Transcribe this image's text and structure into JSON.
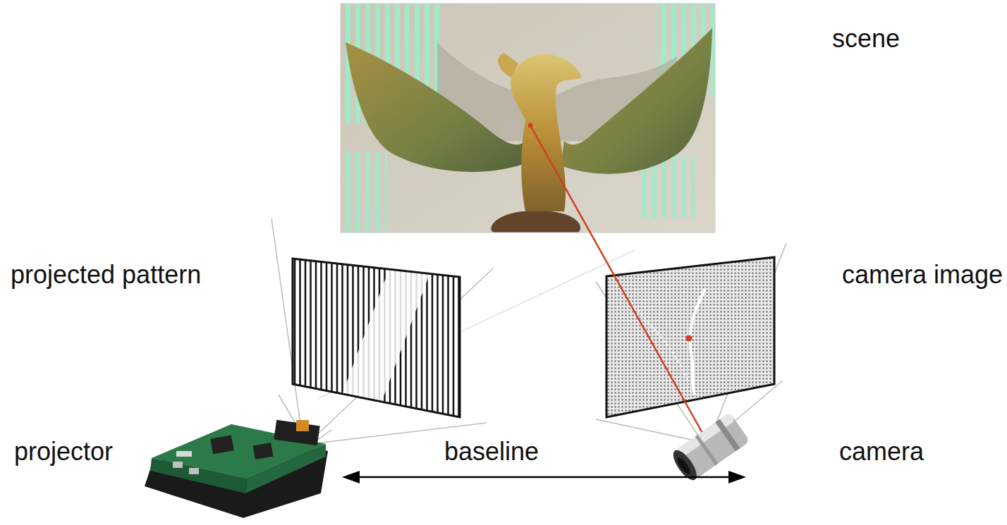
{
  "diagram": {
    "labels": [
      "scene",
      "projected pattern",
      "camera image",
      "projector",
      "baseline",
      "camera"
    ]
  }
}
